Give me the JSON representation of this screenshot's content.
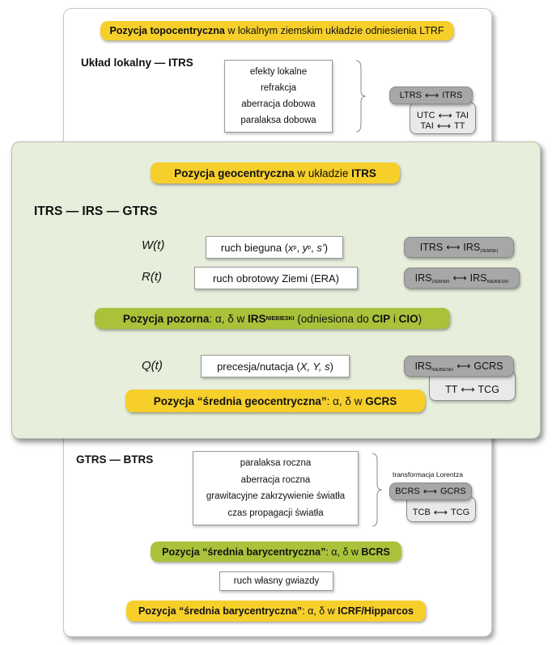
{
  "top": {
    "pill_bold": "Pozycja topocentryczna",
    "pill_rest": " w lokalnym ziemskim układzie odniesienia LTRF",
    "heading": "Układ lokalny — ITRS",
    "effects": [
      "efekty lokalne",
      "refrakcja",
      "aberracja dobowa",
      "paralaksa dobowa"
    ],
    "ltrs_left": "LTRS",
    "ltrs_right": "ITRS",
    "utc_left": "UTC",
    "utc_right": "TAI",
    "tai_left": "TAI",
    "tai_right": "TT"
  },
  "geo": {
    "pill_bold1": "Pozycja geocentryczna",
    "pill_mid": " w układzie ",
    "pill_bold2": "ITRS",
    "heading": "ITRS — IRS — GTRS",
    "w_label": "W(t)",
    "w_box_pre": "ruch bieguna (",
    "w_x": "x",
    "w_p1": "p",
    "w_comma1": ", ",
    "w_y": "y",
    "w_p2": "p",
    "w_comma2": ", ",
    "w_s": "s’",
    "w_close": ")",
    "itrs": "ITRS",
    "irs": "IRS",
    "ziemski": "ZIEMSKI",
    "r_label": "R(t)",
    "r_box": "ruch obrotowy Ziemi (ERA)",
    "niebieski": "NIEBIESKI",
    "pozorna_bold": "Pozycja pozorna",
    "pozorna_mid1": ": α, δ w ",
    "pozorna_irs": "IRS",
    "pozorna_mid2": " (odniesiona do ",
    "pozorna_cip": "CIP",
    "pozorna_i": " i ",
    "pozorna_cio": "CIO",
    "pozorna_end": ")",
    "q_label": "Q(t)",
    "q_box_pre": "precesja/nutacja (",
    "q_vars": "X, Y, s",
    "q_box_end": ")",
    "gcrs": "GCRS",
    "tt": "TT",
    "tcg": "TCG",
    "srednia_bold": "Pozycja “średnia geocentryczna”",
    "srednia_mid": ": α, δ w ",
    "srednia_end": "GCRS"
  },
  "bottom": {
    "heading": "GTRS — BTRS",
    "effects": [
      "paralaksa roczna",
      "aberracja roczna",
      "grawitacyjne zakrzywienie światła",
      "czas propagacji światła"
    ],
    "lorentz": "transformacja Lorentza",
    "bcrs": "BCRS",
    "gcrs": "GCRS",
    "tcb": "TCB",
    "tcg": "TCG",
    "bary_bold": "Pozycja “średnia barycentryczna”",
    "bary_mid": ": α, δ w ",
    "bary_end": "BCRS",
    "ruch": "ruch własny gwiazdy",
    "icrf_bold": "Pozycja “średnia barycentryczna”",
    "icrf_mid": ": α, δ w ",
    "icrf_end": "ICRF/Hipparcos"
  },
  "arrow": "⟷",
  "colors": {
    "yellow": "#f7cf2b",
    "green": "#a9c23a",
    "panel_green": "#e7eedb",
    "gray_dark": "#a7a7a7",
    "gray_light": "#e9e9e9"
  }
}
